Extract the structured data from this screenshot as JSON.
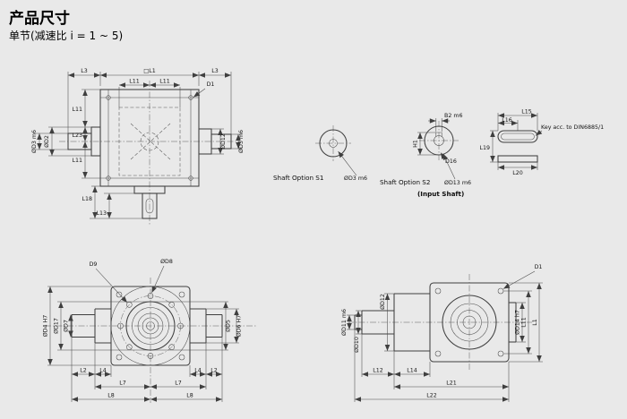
{
  "page": {
    "title": "产品尺寸",
    "subtitle": "单节(减速比 i = 1 ~ 5)"
  },
  "colors": {
    "background": "#e9e9e9",
    "line": "#3f3f3f",
    "text": "#141414"
  },
  "views": {
    "cross": {
      "l3": "L3",
      "l1_square": "□L1",
      "l11": "L11",
      "d1": "D1",
      "l23": "L23",
      "od3_m6": "ØD3 m6",
      "od2": "ØD2",
      "od12": "ØD12",
      "l18": "L18",
      "l13": "L13"
    },
    "shaft_option_1": {
      "caption": "Shaft Option S1",
      "diameter": "ØD3 m6"
    },
    "shaft_option_2": {
      "caption": "Shaft Option S2",
      "diameter": "ØD13 m6",
      "subcaption": "(Input Shaft)",
      "b2": "B2 m6",
      "h1": "H1",
      "d16": "D16"
    },
    "key": {
      "l15": "L15",
      "l16": "L16",
      "l19": "L19",
      "l20": "L20",
      "note": "Key acc. to DIN6885/1"
    },
    "front": {
      "d9": "D9",
      "od8": "ØD8",
      "od4": "ØD4 H7",
      "od17": "ØD17",
      "od7": "ØD7",
      "od5": "ØD5",
      "od6": "ØD6 H7",
      "l2": "L2",
      "l4": "L4",
      "l7": "L7",
      "l8": "L8"
    },
    "side": {
      "od11": "ØD11 m6",
      "od10": "ØD10",
      "od12": "ØD12",
      "od14": "ØD14 h7",
      "d1": "D1",
      "l11": "L11",
      "l1": "L1",
      "l12": "L12",
      "l14": "L14",
      "l21": "L21",
      "l22": "L22"
    }
  }
}
